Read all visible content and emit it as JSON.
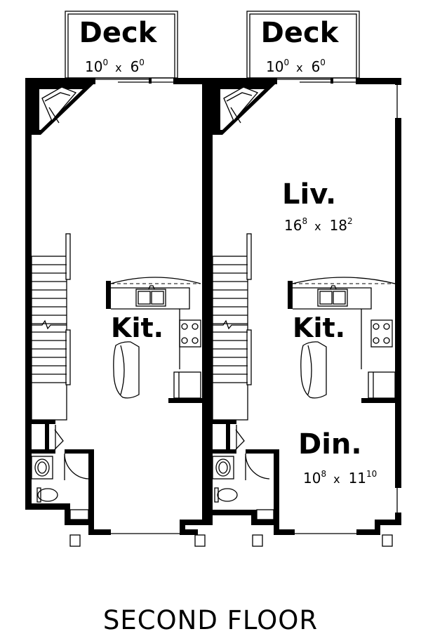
{
  "title": "SECOND FLOOR",
  "units": [
    {
      "deck": {
        "label": "Deck",
        "w_ft": "10",
        "w_in": "0",
        "x": "x",
        "h_ft": "6",
        "h_in": "0"
      },
      "kitchen": {
        "label": "Kit."
      }
    },
    {
      "deck": {
        "label": "Deck",
        "w_ft": "10",
        "w_in": "0",
        "x": "x",
        "h_ft": "6",
        "h_in": "0"
      },
      "living": {
        "label": "Liv.",
        "w_ft": "16",
        "w_in": "8",
        "x": "x",
        "h_ft": "18",
        "h_in": "2"
      },
      "kitchen": {
        "label": "Kit."
      },
      "dining": {
        "label": "Din.",
        "w_ft": "10",
        "w_in": "8",
        "x": "x",
        "h_ft": "11",
        "h_in": "10"
      }
    }
  ]
}
